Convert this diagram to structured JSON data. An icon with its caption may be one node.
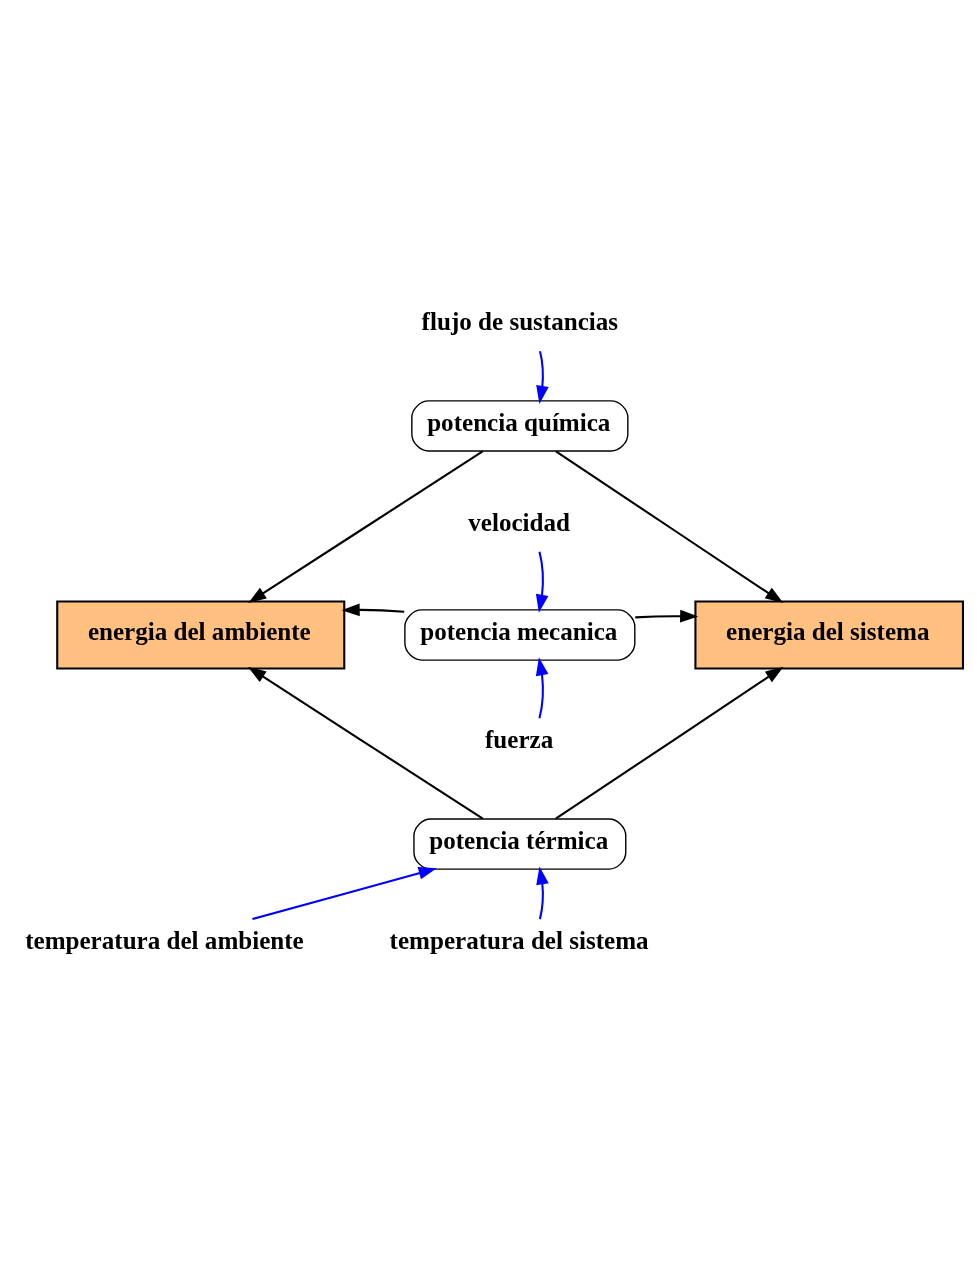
{
  "diagram": {
    "nodes": [
      {
        "text": [
          "energia del ambiente"
        ]
      },
      {
        "text": [
          "energia del sistema"
        ]
      },
      {
        "text": [
          "potencia química"
        ]
      },
      {
        "text": [
          "potencia mecanica"
        ]
      },
      {
        "text": [
          "potencia térmica"
        ]
      },
      {
        "text": [
          "flujo de sustancias"
        ]
      },
      {
        "text": [
          "velocidad"
        ]
      },
      {
        "text": [
          "fuerza"
        ]
      },
      {
        "text": [
          "temperatura del ambiente"
        ]
      },
      {
        "text": [
          "temperatura del sistema"
        ]
      }
    ],
    "edges": [
      {
        "from": 2,
        "to": 0,
        "arrow": "to"
      },
      {
        "from": 2,
        "to": 1,
        "arrow": "to"
      },
      {
        "from": 3,
        "to": 0,
        "arrow": "to"
      },
      {
        "from": 3,
        "to": 1,
        "arrow": "to"
      },
      {
        "from": 4,
        "to": 0,
        "arrow": "to"
      },
      {
        "from": 4,
        "to": 1,
        "arrow": "to"
      },
      {
        "from": 5,
        "to": 2,
        "arrow": "to",
        "color": "#0000ff"
      },
      {
        "from": 6,
        "to": 3,
        "arrow": "to",
        "color": "#0000ff"
      },
      {
        "from": 7,
        "to": 3,
        "arrow": "to",
        "color": "#0000ff"
      },
      {
        "from": 8,
        "to": 4,
        "arrow": "to",
        "color": "#0000ff"
      },
      {
        "from": 9,
        "to": 4,
        "arrow": "to",
        "color": "#0000ff"
      }
    ]
  }
}
